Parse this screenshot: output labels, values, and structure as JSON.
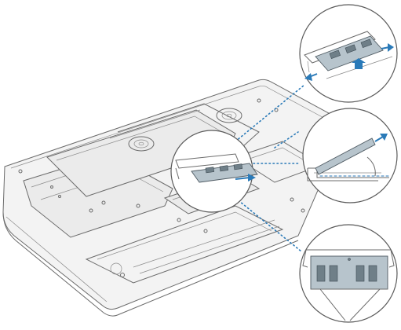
{
  "figure": {
    "subject": "laptop-bottom-memory-replacement",
    "colors": {
      "outline": "#6b6b6b",
      "leader": "#2a7ab8",
      "module": "#b7c4cc",
      "chip": "#6f7f88",
      "background": "#ffffff"
    },
    "callouts": [
      {
        "id": "release-levers",
        "icon": "lever-push-arrows"
      },
      {
        "id": "module-eject-angle",
        "icon": "angle-arc"
      },
      {
        "id": "slide-module-out",
        "icon": "slide-arrow"
      },
      {
        "id": "notch-alignment",
        "icon": "notch-pointer"
      }
    ]
  }
}
